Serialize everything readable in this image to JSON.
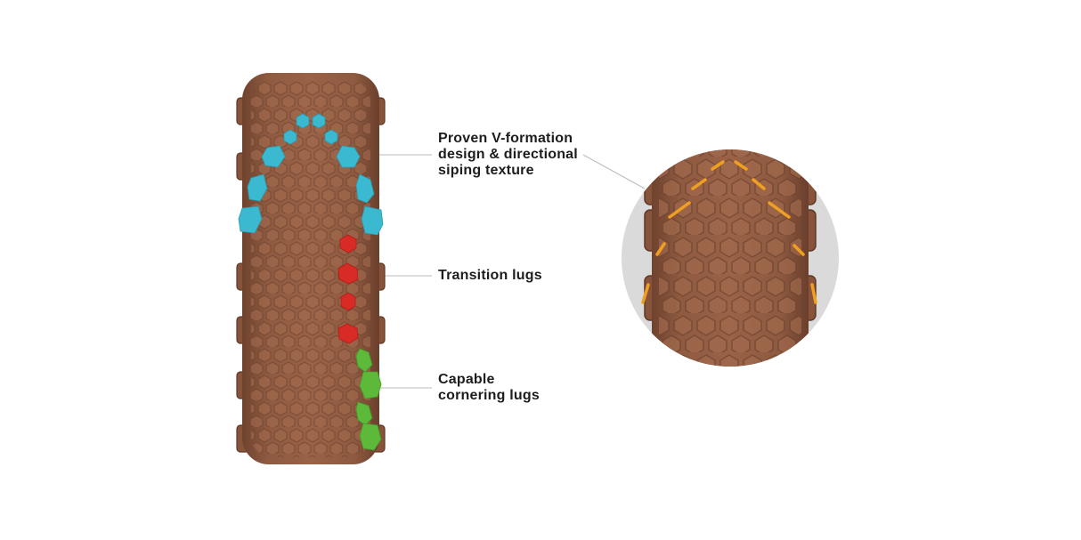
{
  "callouts": {
    "v_formation": {
      "line1": "Proven V-formation",
      "line2": "design & directional",
      "line3": "siping texture"
    },
    "transition": {
      "line1": "Transition lugs"
    },
    "cornering": {
      "line1": "Capable",
      "line2": "cornering lugs"
    }
  },
  "colors": {
    "background": "#ffffff",
    "tire_body": "#8e5a40",
    "tire_lug": "#9c6549",
    "v_formation_lugs": "#3bb9d0",
    "transition_lugs": "#d92b25",
    "cornering_lugs": "#5db93a",
    "siping": "#f0a020",
    "zoom_circle_bg": "#dadada",
    "leader_line": "#bbbbbb",
    "label_text": "#1d1d1f"
  }
}
